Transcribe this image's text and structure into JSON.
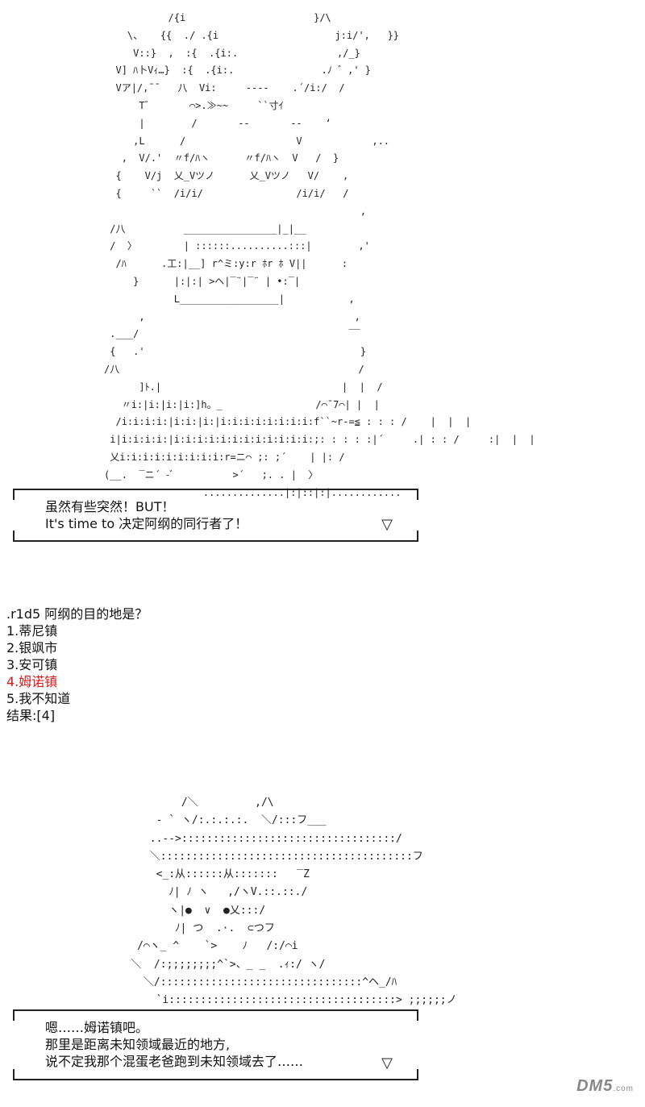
{
  "ascii_art": {
    "top": "                    /{i                      }/\\\n             \\、   {{  ./ .{i                    j:i/',   }}\n              V::}  ,  :{  .{i:.                 ,/_}\n           V] ﾊ卜Vｨ…}  :{  .{i:.               .ﾉ ゛,' }\n           Vア|/,¯¯   八  Vi:     ----    .´/i:/  /\n               T゛      ⌒>.≫~~     ``寸ｲ\n               |        /       --       --    ‘\n              ,L      /                   V            ,..\n            ,  V/.'  〃f/ﾊヽ      〃f/ﾊヽ  V   /  }\n           {    V/j  乂_Vツノ      乂_Vツノ   V/    ,\n           {     ``  /i/i/                /i/i/   /\n                                                     ,\n          /八          ________________|_|__\n          /  〉        | ::::::..........:::|        ,'\n           /ﾊ      .工:|__] r^ミ:y:r ﾎr ﾎ V||      :\n              }      |:|:| >ヘ|‾¨|‾¨ | •:‾|\n                     L_________________|           ,\n               ,                                    ,\n          .___/                                    ‾‾\n          {   .'                                     }\n         /八                                         /\n               ]ﾄ.|                               |  |  /\n            〃i:|i:|i:|i:]h。_                /⌒¯7⌒| |  |\n           /i:i:i:i:|i:i:|i:|i:i:i:i:i:i:i:i:f``~r-=≦ : : : /    |  |  |\n          i|i:i:i:i:|i:i:i:i:i:i:i:i:i:i:i:i:;: : : : :|´     .| : : /     :|  |  |\n          乂i:i:i:i:i:i:i:i:i:r=ニ⌒ ;: ;´    | |: /\n         (__.  ‾ニ´ -ﾞ          >´   ;. . |  〉\n                          ..............|:|::|:|............",
    "bottom": "                  /＼         ,/\\\n              - ` ヽ/:.:.:.:.  ＼/:::フ___\n             ..-->::::::::::::::::::::::::::::::::::/\n             ＼::::::::::::::::::::::::::::::::::::::::フ\n              <_:从::::::从:::::::   ‾Z\n                ﾉ| ﾉ ヽ   ,/ヽV.::.::./\n                ヽ|●  ∨  ●乂:::/\n                 ﾉ| つ  .·.  ⊂つフ\n           /⌒ヽ_ ^    `>    ﾉ   /:/⌒i\n          ＼  /:;;;;;;;;^`>、_ _  .ｨ:/ ヽ/\n            ＼/::::::::::::::::::::::::::::::::^ヘ_/ﾊ\n              `i::::::::::::::::::::::::::::::::::::> ;;;;;;ノ"
  },
  "dialog1": {
    "line1": "虽然有些突然！BUT！",
    "line2": "It's time to 决定阿纲的同行者了！",
    "arrow": "▽"
  },
  "dice": {
    "question": ".r1d5 阿纲的目的地是？",
    "options": [
      "1.蒂尼镇",
      "2.银飒市",
      "3.安可镇",
      "4.姆诺镇",
      "5.我不知道"
    ],
    "highlight_color": "#d41a1a",
    "result": "结果:[4]"
  },
  "dialog2": {
    "line1": "嗯……姆诺镇吧。",
    "line2": "那里是距离未知领域最近的地方,",
    "line3": "说不定我那个混蛋老爸跑到未知领域去了……",
    "arrow": "▽"
  },
  "watermark": {
    "brand": "DM5",
    "suffix": ".com"
  }
}
